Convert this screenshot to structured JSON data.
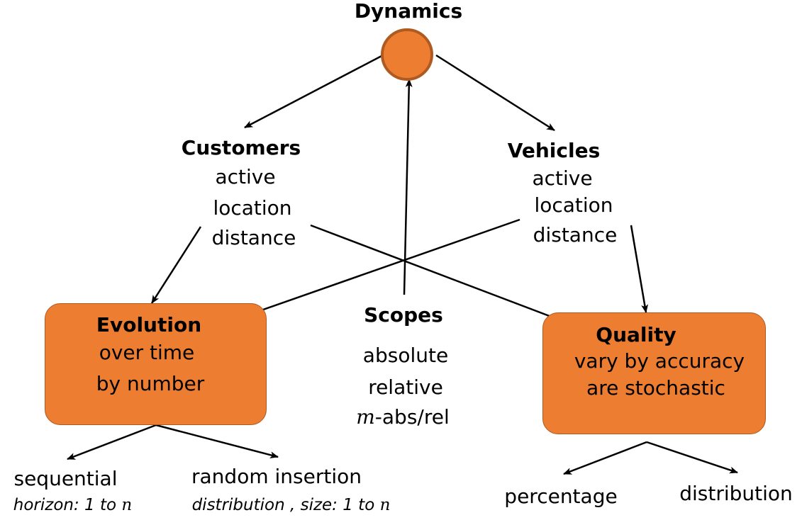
{
  "colors": {
    "box_fill": "#ED7D31",
    "box_border": "#AE5A21",
    "arrow": "#000000"
  },
  "hub": {
    "label": "Dynamics"
  },
  "customers": {
    "title": "Customers",
    "lines": [
      "active",
      "location",
      "distance"
    ]
  },
  "vehicles": {
    "title": "Vehicles",
    "lines": [
      "active",
      "location",
      "distance"
    ]
  },
  "scopes": {
    "title": "Scopes",
    "lines": [
      "absolute",
      "relative"
    ],
    "last_italic": "m",
    "last_rest": "-abs/rel"
  },
  "evolution": {
    "title": "Evolution",
    "lines": [
      "over time",
      "by number"
    ]
  },
  "quality": {
    "title": "Quality",
    "lines": [
      "vary by accuracy",
      "are stochastic"
    ]
  },
  "leaves": {
    "sequential": {
      "label": "sequential",
      "sub_prefix": "horizon: 1 to ",
      "sub_var": "n"
    },
    "random": {
      "label": "random insertion",
      "sub_prefix": "distribution , size: 1 to ",
      "sub_var": "n"
    },
    "percentage": {
      "label": "percentage"
    },
    "distribution": {
      "label": "distribution"
    }
  }
}
